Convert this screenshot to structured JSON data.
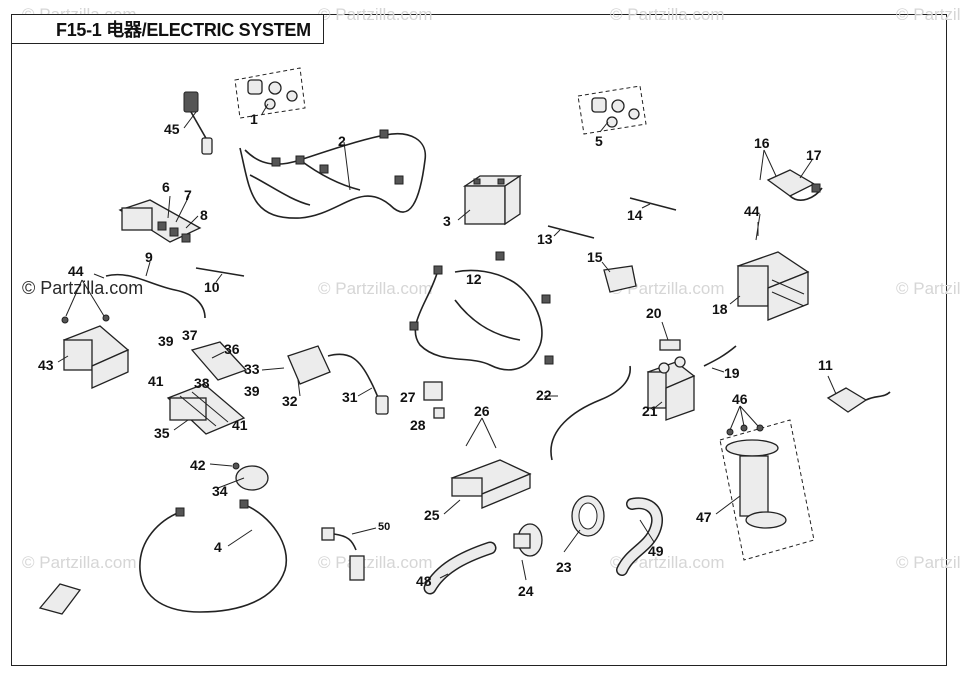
{
  "title": "F15-1 电器/ELECTRIC SYSTEM",
  "watermarks": [
    "© Partzilla.com",
    "© Partzilla.com",
    "© Partzilla.com",
    "© Partzilla.com",
    "© Partzilla.com",
    "© Partzilla.com",
    "© Partzilla.com",
    "© Partzilla.com",
    "© Partzilla.com",
    "© Partzilla.com",
    "© Partzilla.com"
  ],
  "side_watermark": "© Partzilla.com",
  "callouts": [
    "1",
    "2",
    "3",
    "4",
    "5",
    "6",
    "7",
    "8",
    "9",
    "10",
    "11",
    "12",
    "13",
    "14",
    "15",
    "16",
    "17",
    "18",
    "19",
    "20",
    "21",
    "22",
    "23",
    "24",
    "25",
    "26",
    "27",
    "28",
    "31",
    "32",
    "33",
    "34",
    "35",
    "36",
    "37",
    "38",
    "39",
    "39",
    "41",
    "41",
    "42",
    "43",
    "44",
    "44",
    "45",
    "46",
    "47",
    "48",
    "49",
    "50"
  ]
}
